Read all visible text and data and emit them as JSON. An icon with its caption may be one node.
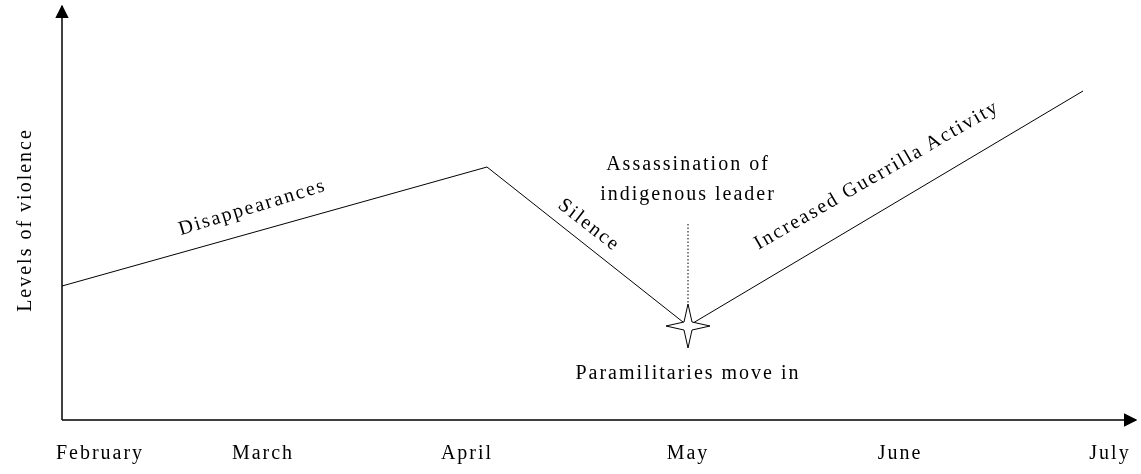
{
  "diagram": {
    "nodes": [
      {
        "text": [
          "Assassination of indigenous leader"
        ]
      },
      {
        "text": [],
        "shape": "star"
      }
    ],
    "edges": [
      {
        "from": 0,
        "to": 1,
        "arrow": "none",
        "style": "dashed"
      }
    ],
    "labels": [
      "Levels of violence",
      "Disappearances",
      "Silence",
      "Increased Guerrilla Activity",
      "Paramilitaries move in",
      "February",
      "March",
      "April",
      "May",
      "June",
      "July"
    ]
  }
}
